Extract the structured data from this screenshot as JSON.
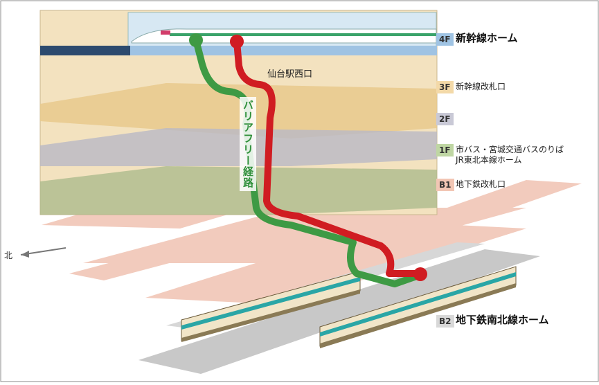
{
  "station_name": "仙台駅西口",
  "route_label": "バリアフリー経路",
  "north_label": "北",
  "floors": [
    {
      "badge": "4F",
      "label": "新幹線ホーム",
      "badge_color": "#9fc3e3",
      "emphasis": true
    },
    {
      "badge": "3F",
      "label": "新幹線改札口",
      "badge_color": "#f3d9a8",
      "emphasis": false
    },
    {
      "badge": "2F",
      "label": "",
      "badge_color": "#c9c9d6",
      "emphasis": false
    },
    {
      "badge": "1F",
      "label": "市バス・宮城交通バスのりば\nJR東北本線ホーム",
      "badge_color": "#bfd6a3",
      "emphasis": false
    },
    {
      "badge": "B1",
      "label": "地下鉄改札口",
      "badge_color": "#f2c6b4",
      "emphasis": false
    },
    {
      "badge": "B2",
      "label": "地下鉄南北線ホーム",
      "badge_color": "#d8d8d8",
      "emphasis": true
    }
  ],
  "colors": {
    "route_green": "#3e9a44",
    "route_red": "#d01c22",
    "building": "#f3e2bf",
    "floor_3f": "#e8c98c",
    "floor_2f": "#b9b9c6",
    "floor_1f": "#a8b88a",
    "b1_area": "#f2cbbd",
    "platform": "#c8c8c8"
  }
}
